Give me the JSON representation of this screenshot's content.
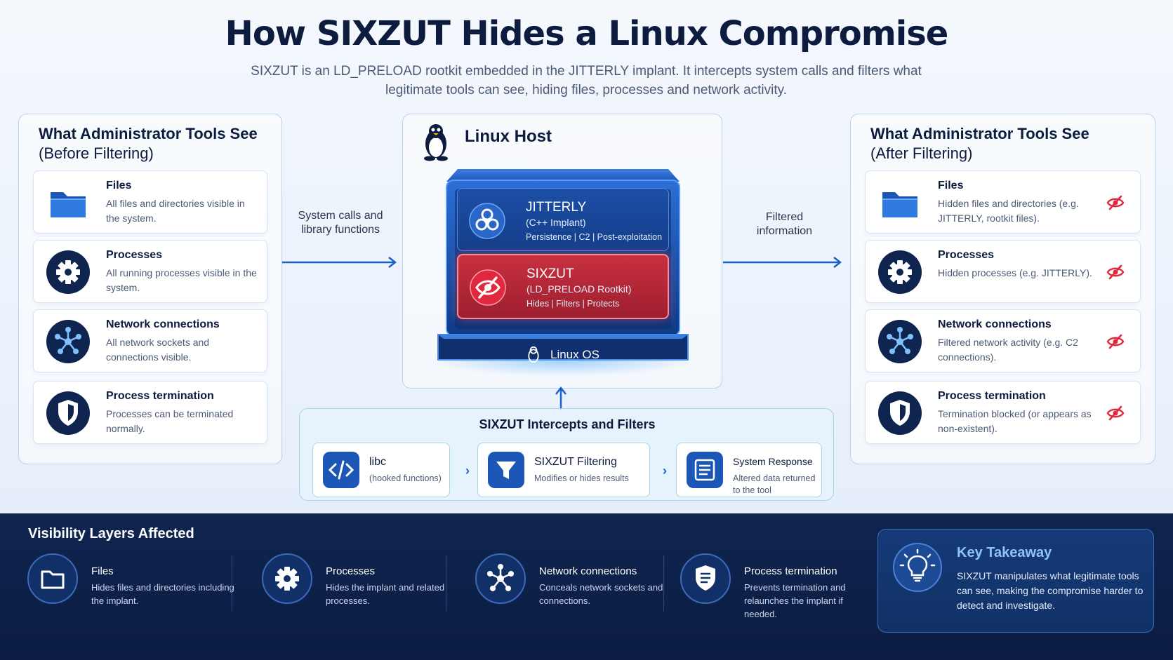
{
  "header": {
    "title": "How SIXZUT Hides a Linux Compromise",
    "subtitle": "SIXZUT is an LD_PRELOAD rootkit embedded in the JITTERLY implant. It intercepts system calls and filters what legitimate tools can see, hiding files, processes and network activity."
  },
  "before": {
    "title": "What Administrator Tools See",
    "subtitle": "(Before Filtering)",
    "items": [
      {
        "title": "Files",
        "desc": "All files and directories visible in the system.",
        "icon": "folder-icon"
      },
      {
        "title": "Processes",
        "desc": "All running processes visible in the system.",
        "icon": "gear-icon"
      },
      {
        "title": "Network connections",
        "desc": "All network sockets and connections visible.",
        "icon": "network-icon"
      },
      {
        "title": "Process termination",
        "desc": "Processes can be terminated normally.",
        "icon": "shield-icon"
      }
    ]
  },
  "after": {
    "title": "What Administrator Tools See",
    "subtitle": "(After Filtering)",
    "items": [
      {
        "title": "Files",
        "desc": "Hidden files and directories (e.g. JITTERLY, rootkit files).",
        "icon": "folder-icon"
      },
      {
        "title": "Processes",
        "desc": "Hidden processes (e.g. JITTERLY).",
        "icon": "gear-icon"
      },
      {
        "title": "Network connections",
        "desc": "Filtered network activity (e.g. C2 connections).",
        "icon": "network-icon"
      },
      {
        "title": "Process termination",
        "desc": "Termination blocked (or appears as non-existent).",
        "icon": "shield-icon"
      }
    ]
  },
  "flow": {
    "left_label": "System calls and library functions",
    "right_label": "Filtered information"
  },
  "host": {
    "title": "Linux Host",
    "jitterly": {
      "name": "JITTERLY",
      "type": "(C++ Implant)",
      "desc": "Persistence | C2 | Post-exploitation"
    },
    "sixzut": {
      "name": "SIXZUT",
      "type": "(LD_PRELOAD Rootkit)",
      "desc": "Hides | Filters | Protects"
    },
    "os": "Linux OS"
  },
  "intercept": {
    "title": "SIXZUT Intercepts and Filters",
    "steps": [
      {
        "title": "libc",
        "desc": "(hooked functions)"
      },
      {
        "title": "SIXZUT Filtering",
        "desc": "Modifies or hides results"
      },
      {
        "title": "System Response",
        "desc": "Altered data returned to the tool"
      }
    ]
  },
  "visibility": {
    "title": "Visibility Layers Affected",
    "items": [
      {
        "title": "Files",
        "desc": "Hides files and directories including the implant."
      },
      {
        "title": "Processes",
        "desc": "Hides the implant and related processes."
      },
      {
        "title": "Network connections",
        "desc": "Conceals network sockets and connections."
      },
      {
        "title": "Process termination",
        "desc": "Prevents termination and relaunches the implant if needed."
      }
    ]
  },
  "takeaway": {
    "title": "Key Takeaway",
    "text": "SIXZUT manipulates what legitimate tools can see, making the compromise harder to detect and investigate."
  },
  "colors": {
    "navy": "#0d1b3e",
    "accent_blue": "#1a62c9",
    "danger_red": "#e0283e",
    "bottom_bg": "#0f2550"
  }
}
